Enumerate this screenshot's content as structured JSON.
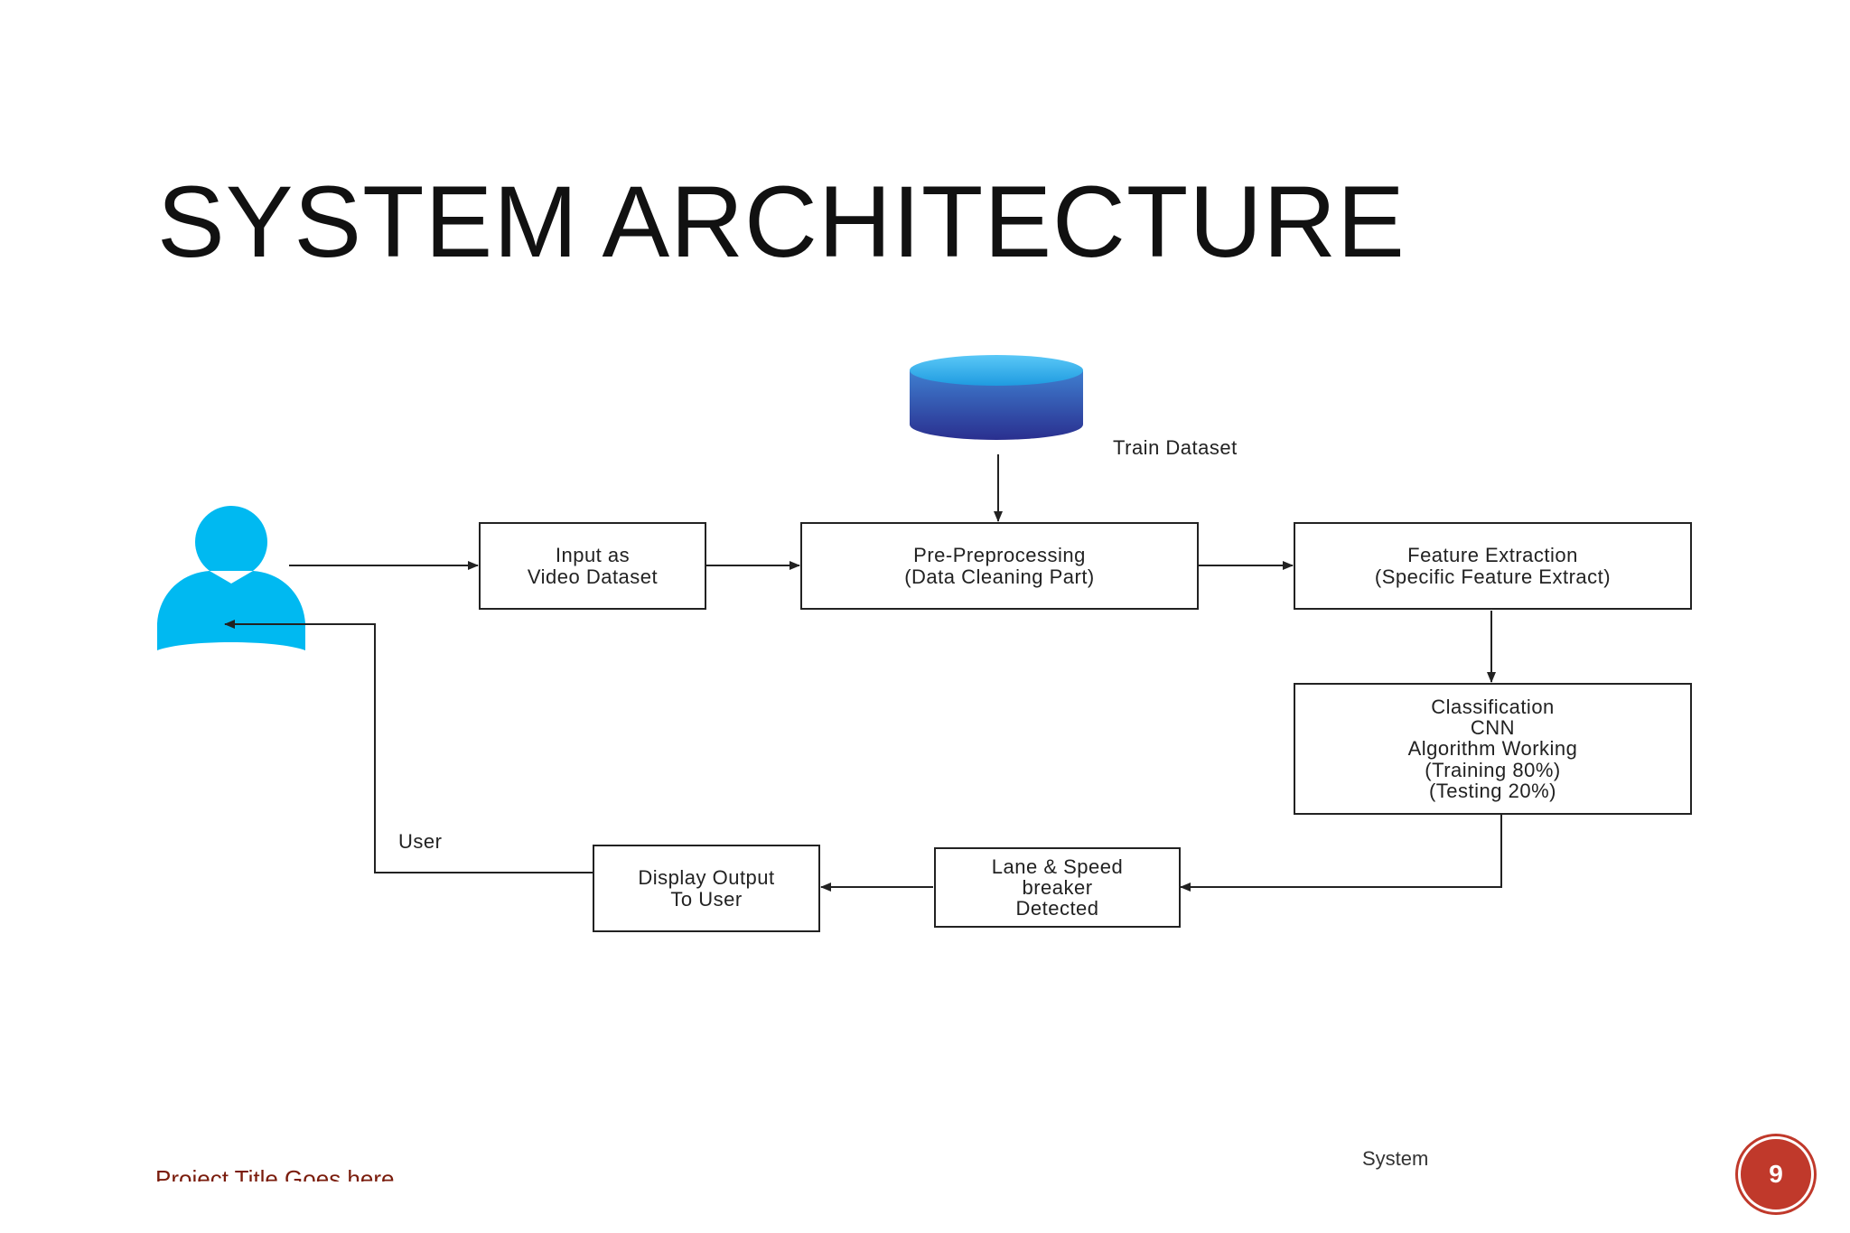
{
  "slide": {
    "title": "SYSTEM ARCHITECTURE"
  },
  "diagram": {
    "database_label": "Train Dataset",
    "user_label": "User",
    "nodes": {
      "input": "Input as\nVideo Dataset",
      "preprocessing": "Pre-Preprocessing\n(Data Cleaning Part)",
      "feature_extraction": "Feature Extraction\n(Specific Feature Extract)",
      "classification": "Classification\nCNN\nAlgorithm Working\n(Training 80%)\n(Testing 20%)",
      "detection": "Lane & Speed\nbreaker\nDetected",
      "display_output": "Display Output\nTo User"
    },
    "colors": {
      "user_icon": "#00b9f1",
      "database_top": "#3fb6f0",
      "database_body": "#2c3f99",
      "lines": "#222222"
    }
  },
  "footer": {
    "project_title": "Project Title Goes here",
    "center_text": "System",
    "page_number": "9",
    "badge_color": "#c0392b"
  }
}
